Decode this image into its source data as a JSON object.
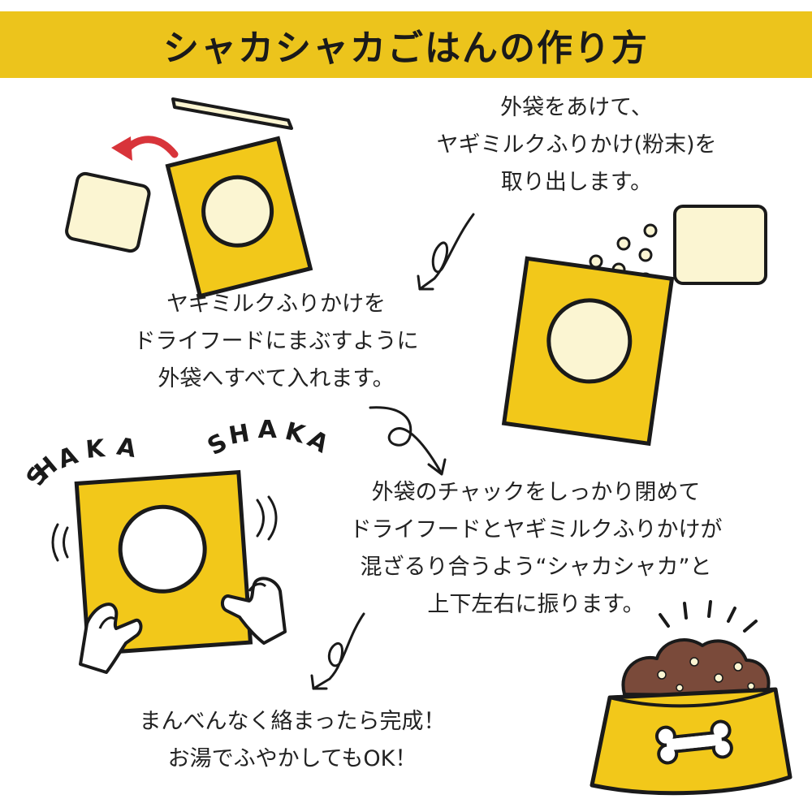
{
  "title": "シャカシャカごはんの作り方",
  "steps": [
    {
      "lines": [
        "外袋をあけて、",
        "ヤギミルクふりかけ(粉末)を",
        "取り出します。"
      ]
    },
    {
      "lines": [
        "ヤギミルクふりかけを",
        "ドライフードにまぶすように",
        "外袋へすべて入れます。"
      ]
    },
    {
      "lines": [
        "外袋のチャックをしっかり閉めて",
        "ドライフードとヤギミルクふりかけが",
        "混ざるり合うよう“シャカシャカ”と",
        "上下左右に振ります。"
      ]
    },
    {
      "lines": [
        "まんべんなく絡まったら完成！",
        "お湯でふやかしてもOK！"
      ]
    }
  ],
  "sound_effect_left": [
    "S",
    "H",
    "A",
    "K",
    "A"
  ],
  "sound_effect_right": [
    "S",
    "H",
    "A",
    "K",
    "A"
  ],
  "colors": {
    "accent_yellow": "#ecc41c",
    "bag_yellow": "#f2c81a",
    "cream": "#fbf5d2",
    "arrow_red": "#d8343a",
    "food_brown": "#7a4a3a"
  }
}
